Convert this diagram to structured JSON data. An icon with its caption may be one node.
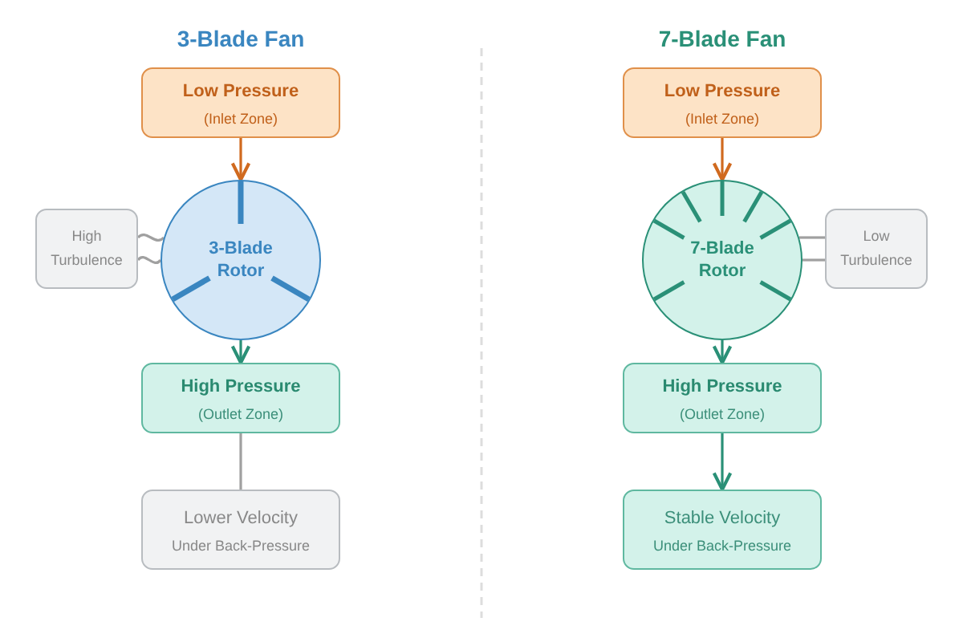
{
  "diagram": {
    "nodes": [
      {
        "text": [
          "Low Pressure",
          "(Inlet Zone)"
        ]
      },
      {
        "text": [
          "3-Blade Rotor"
        ]
      },
      {
        "text": [
          "High Turbulence"
        ]
      },
      {
        "text": [
          "High Pressure",
          "(Outlet Zone)"
        ]
      },
      {
        "text": [
          "Lower Velocity",
          "Under Back-Pressure"
        ]
      },
      {
        "text": [
          "Low Pressure",
          "(Inlet Zone)"
        ]
      },
      {
        "text": [
          "7-Blade Rotor"
        ]
      },
      {
        "text": [
          "Low Turbulence"
        ]
      },
      {
        "text": [
          "High Pressure",
          "(Outlet Zone)"
        ]
      },
      {
        "text": [
          "Stable Velocity",
          "Under Back-Pressure"
        ]
      }
    ],
    "edges": [
      {
        "from": 0,
        "to": 1,
        "arrow": "to",
        "color": "#d06a1f"
      },
      {
        "from": 2,
        "to": 1,
        "arrow": "none"
      },
      {
        "from": 2,
        "to": 1,
        "arrow": "none"
      },
      {
        "from": 1,
        "to": 3,
        "arrow": "to",
        "color": "#2a9077"
      },
      {
        "from": 3,
        "to": 4,
        "arrow": "none"
      },
      {
        "from": 5,
        "to": 6,
        "arrow": "to",
        "color": "#d06a1f"
      },
      {
        "from": 7,
        "to": 6,
        "arrow": "none"
      },
      {
        "from": 7,
        "to": 6,
        "arrow": "none"
      },
      {
        "from": 6,
        "to": 8,
        "arrow": "to",
        "color": "#2a9077"
      },
      {
        "from": 8,
        "to": 9,
        "arrow": "to",
        "color": "#2a9077"
      }
    ],
    "labels": [
      "3-Blade Fan",
      "7-Blade Fan"
    ]
  }
}
